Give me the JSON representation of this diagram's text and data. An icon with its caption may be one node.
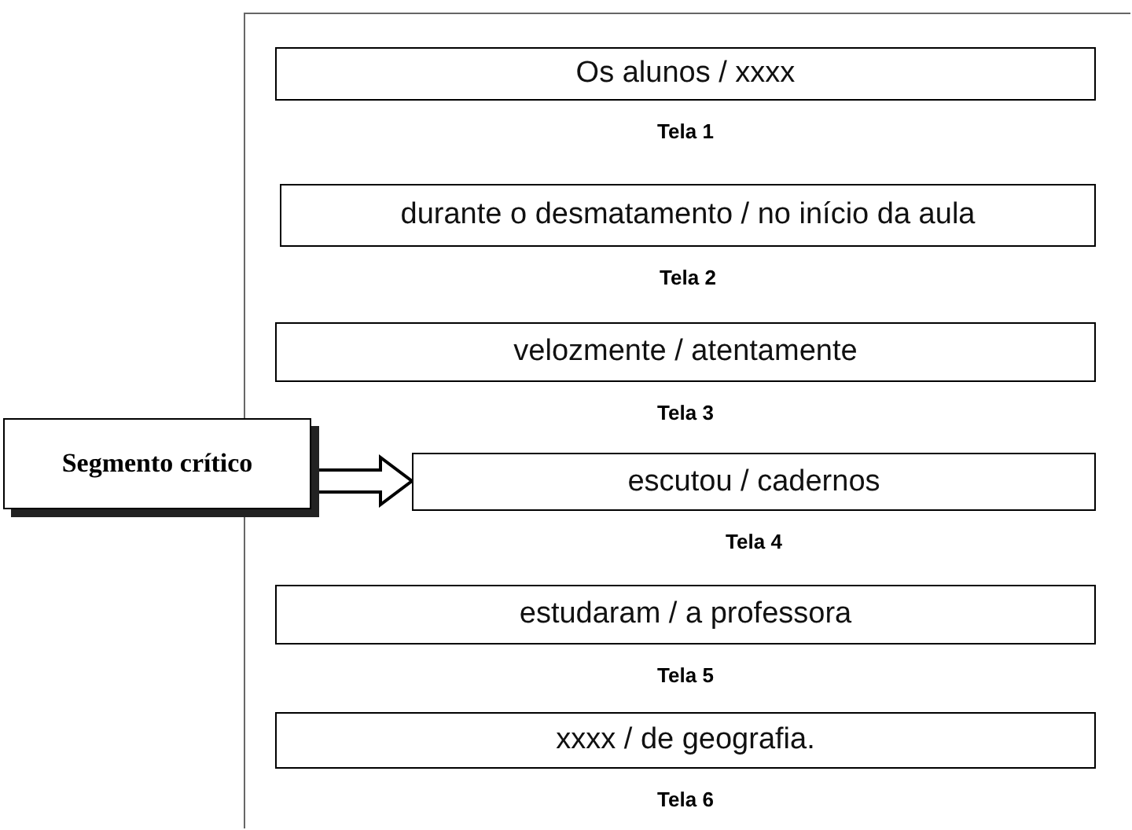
{
  "diagram": {
    "nodes": [
      {
        "text": [],
        "shape": "box"
      },
      {
        "text": [
          "Os alunos / xxxx"
        ],
        "in": 0,
        "beside": [
          "Tela 1"
        ]
      },
      {
        "text": [
          "durante o desmatamento / no início da aula"
        ],
        "in": 0,
        "beside": [
          "Tela 2"
        ]
      },
      {
        "text": [
          "velozmente / atentamente"
        ],
        "in": 0,
        "beside": [
          "Tela 3"
        ]
      },
      {
        "text": [
          "escutou / cadernos"
        ],
        "in": 0,
        "beside": [
          "Tela 4"
        ]
      },
      {
        "text": [
          "estudaram / a professora"
        ],
        "in": 0,
        "beside": [
          "Tela 5"
        ]
      },
      {
        "text": [
          "xxxx / de geografia."
        ],
        "in": 0,
        "beside": [
          "Tela 6"
        ]
      },
      {
        "text": [
          "Segmento crítico"
        ]
      }
    ],
    "edges": [
      {
        "from": 7,
        "to": 4,
        "arrow": "to",
        "style": "thick"
      }
    ]
  }
}
